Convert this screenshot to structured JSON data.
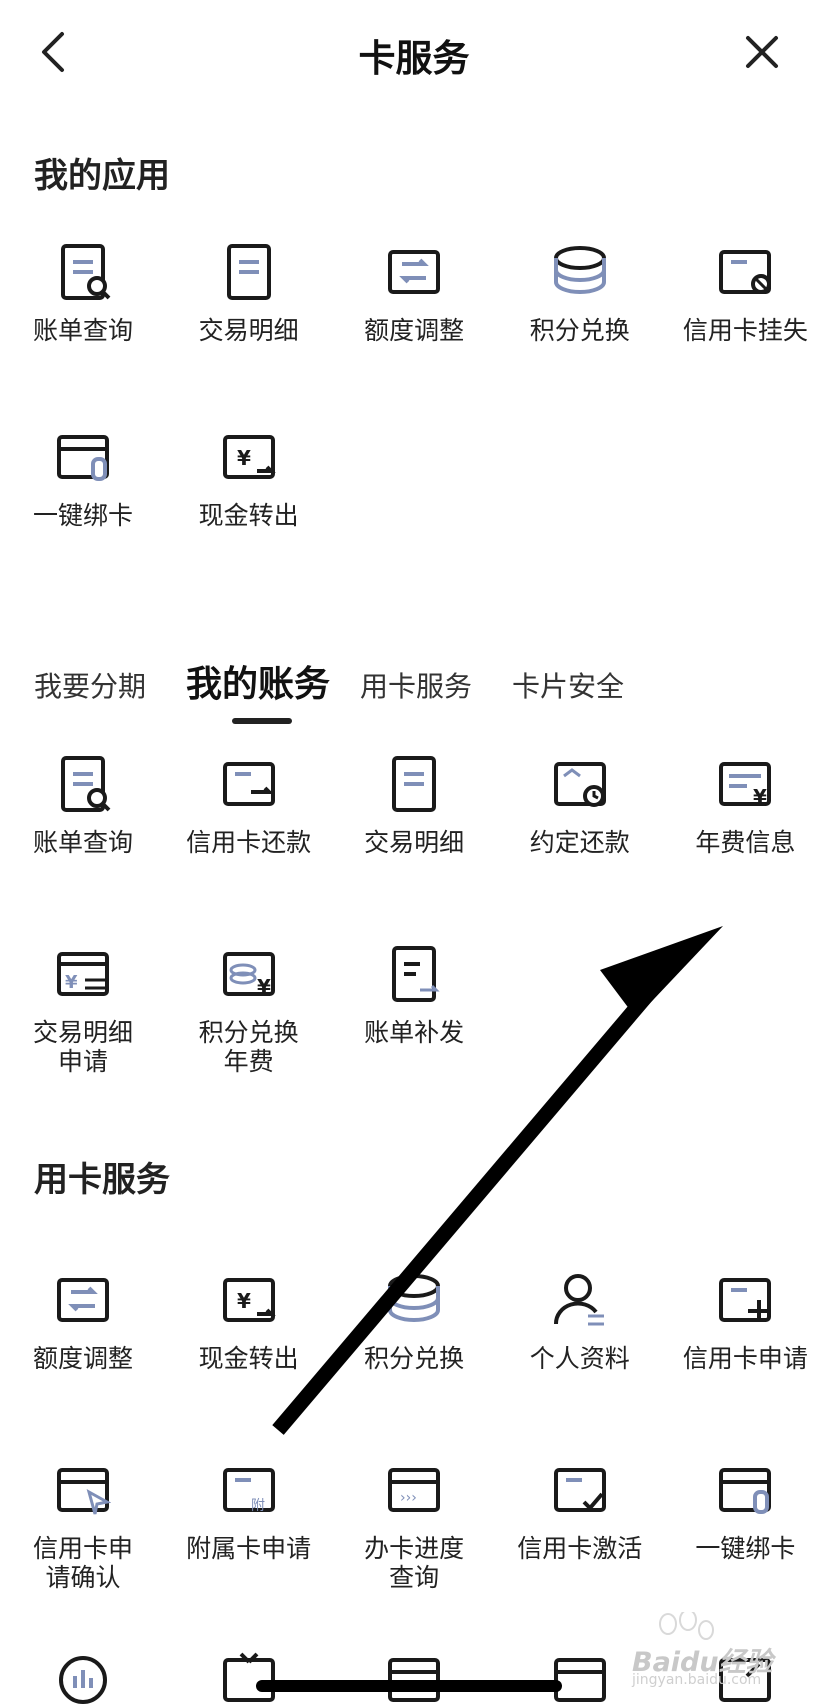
{
  "nav": {
    "title": "卡服务"
  },
  "sections": {
    "my_apps": "我的应用",
    "card_service": "用卡服务"
  },
  "my_apps": [
    {
      "label": "账单查询",
      "icon": "bill-search-icon"
    },
    {
      "label": "交易明细",
      "icon": "transaction-detail-icon"
    },
    {
      "label": "额度调整",
      "icon": "limit-adjust-icon"
    },
    {
      "label": "积分兑换",
      "icon": "points-exchange-icon"
    },
    {
      "label": "信用卡挂失",
      "icon": "card-lost-icon"
    },
    {
      "label": "一键绑卡",
      "icon": "bind-card-icon"
    },
    {
      "label": "现金转出",
      "icon": "cash-transfer-icon"
    }
  ],
  "tabs": [
    {
      "label": "我要分期",
      "active": false
    },
    {
      "label": "我的账务",
      "active": true
    },
    {
      "label": "用卡服务",
      "active": false
    },
    {
      "label": "卡片安全",
      "active": false
    }
  ],
  "my_account": [
    {
      "label": "账单查询",
      "icon": "bill-search-icon"
    },
    {
      "label": "信用卡还款",
      "icon": "card-repay-icon"
    },
    {
      "label": "交易明细",
      "icon": "transaction-detail-icon"
    },
    {
      "label": "约定还款",
      "icon": "scheduled-repay-icon"
    },
    {
      "label": "年费信息",
      "icon": "annual-fee-icon"
    },
    {
      "label": "交易明细\n申请",
      "icon": "detail-apply-icon"
    },
    {
      "label": "积分兑换\n年费",
      "icon": "points-fee-icon"
    },
    {
      "label": "账单补发",
      "icon": "bill-reissue-icon"
    }
  ],
  "card_service": [
    {
      "label": "额度调整",
      "icon": "limit-adjust-icon"
    },
    {
      "label": "现金转出",
      "icon": "cash-transfer-icon"
    },
    {
      "label": "积分兑换",
      "icon": "points-exchange-icon"
    },
    {
      "label": "个人资料",
      "icon": "profile-icon"
    },
    {
      "label": "信用卡申请",
      "icon": "card-apply-icon"
    },
    {
      "label": "信用卡申\n请确认",
      "icon": "apply-confirm-icon"
    },
    {
      "label": "附属卡申请",
      "icon": "supplementary-card-icon"
    },
    {
      "label": "办卡进度\n查询",
      "icon": "apply-progress-icon"
    },
    {
      "label": "信用卡激活",
      "icon": "card-activate-icon"
    },
    {
      "label": "一键绑卡",
      "icon": "bind-card-icon"
    }
  ],
  "card_service_partial_icons": [
    "stats-search-icon",
    "gift-card-icon",
    "card-palette-icon",
    "card-person-icon",
    "card-edit-icon"
  ],
  "watermark": {
    "text": "Baidu经验",
    "sub": "jingyan.baidu.com"
  },
  "colors": {
    "icon_dark": "#1a1a1a",
    "icon_accent": "#7f8fb8",
    "text": "#222222"
  }
}
